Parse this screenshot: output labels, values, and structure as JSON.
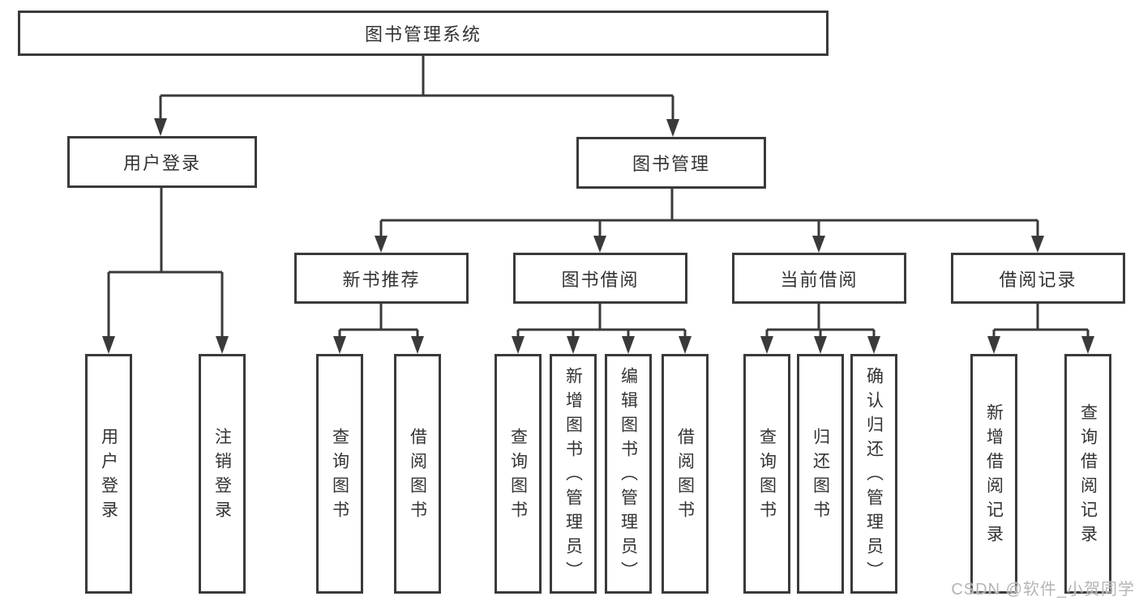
{
  "diagram": {
    "type": "hierarchy-tree",
    "root_label": "图书管理系统",
    "level2": {
      "user_login": "用户登录",
      "book_mgmt": "图书管理"
    },
    "level3": {
      "new_book_rec": "新书推荐",
      "book_borrow": "图书借阅",
      "current_borrow": "当前借阅",
      "borrow_record": "借阅记录"
    },
    "leaves": {
      "user_login_1": "用户登录",
      "user_login_2": "注销登录",
      "new_book_1": "查询图书",
      "new_book_2": "借阅图书",
      "borrow_1": "查询图书",
      "borrow_2": "新增图书（管理员）",
      "borrow_3": "编辑图书（管理员）",
      "borrow_4": "借阅图书",
      "current_1": "查询图书",
      "current_2": "归还图书",
      "current_3": "确认归还（管理员）",
      "record_1": "新增借阅记录",
      "record_2": "查询借阅记录"
    },
    "hierarchy": {
      "图书管理系统": {
        "用户登录": [
          "用户登录",
          "注销登录"
        ],
        "图书管理": {
          "新书推荐": [
            "查询图书",
            "借阅图书"
          ],
          "图书借阅": [
            "查询图书",
            "新增图书（管理员）",
            "编辑图书（管理员）",
            "借阅图书"
          ],
          "当前借阅": [
            "查询图书",
            "归还图书",
            "确认归还（管理员）"
          ],
          "借阅记录": [
            "新增借阅记录",
            "查询借阅记录"
          ]
        }
      }
    }
  },
  "watermark": {
    "text": "CSDN @软件_小贺同学"
  },
  "colors": {
    "line": "#3a3a3a",
    "box_border": "#3a3a3a",
    "text": "#333333",
    "watermark": "#b5b5b5",
    "background": "#ffffff"
  }
}
